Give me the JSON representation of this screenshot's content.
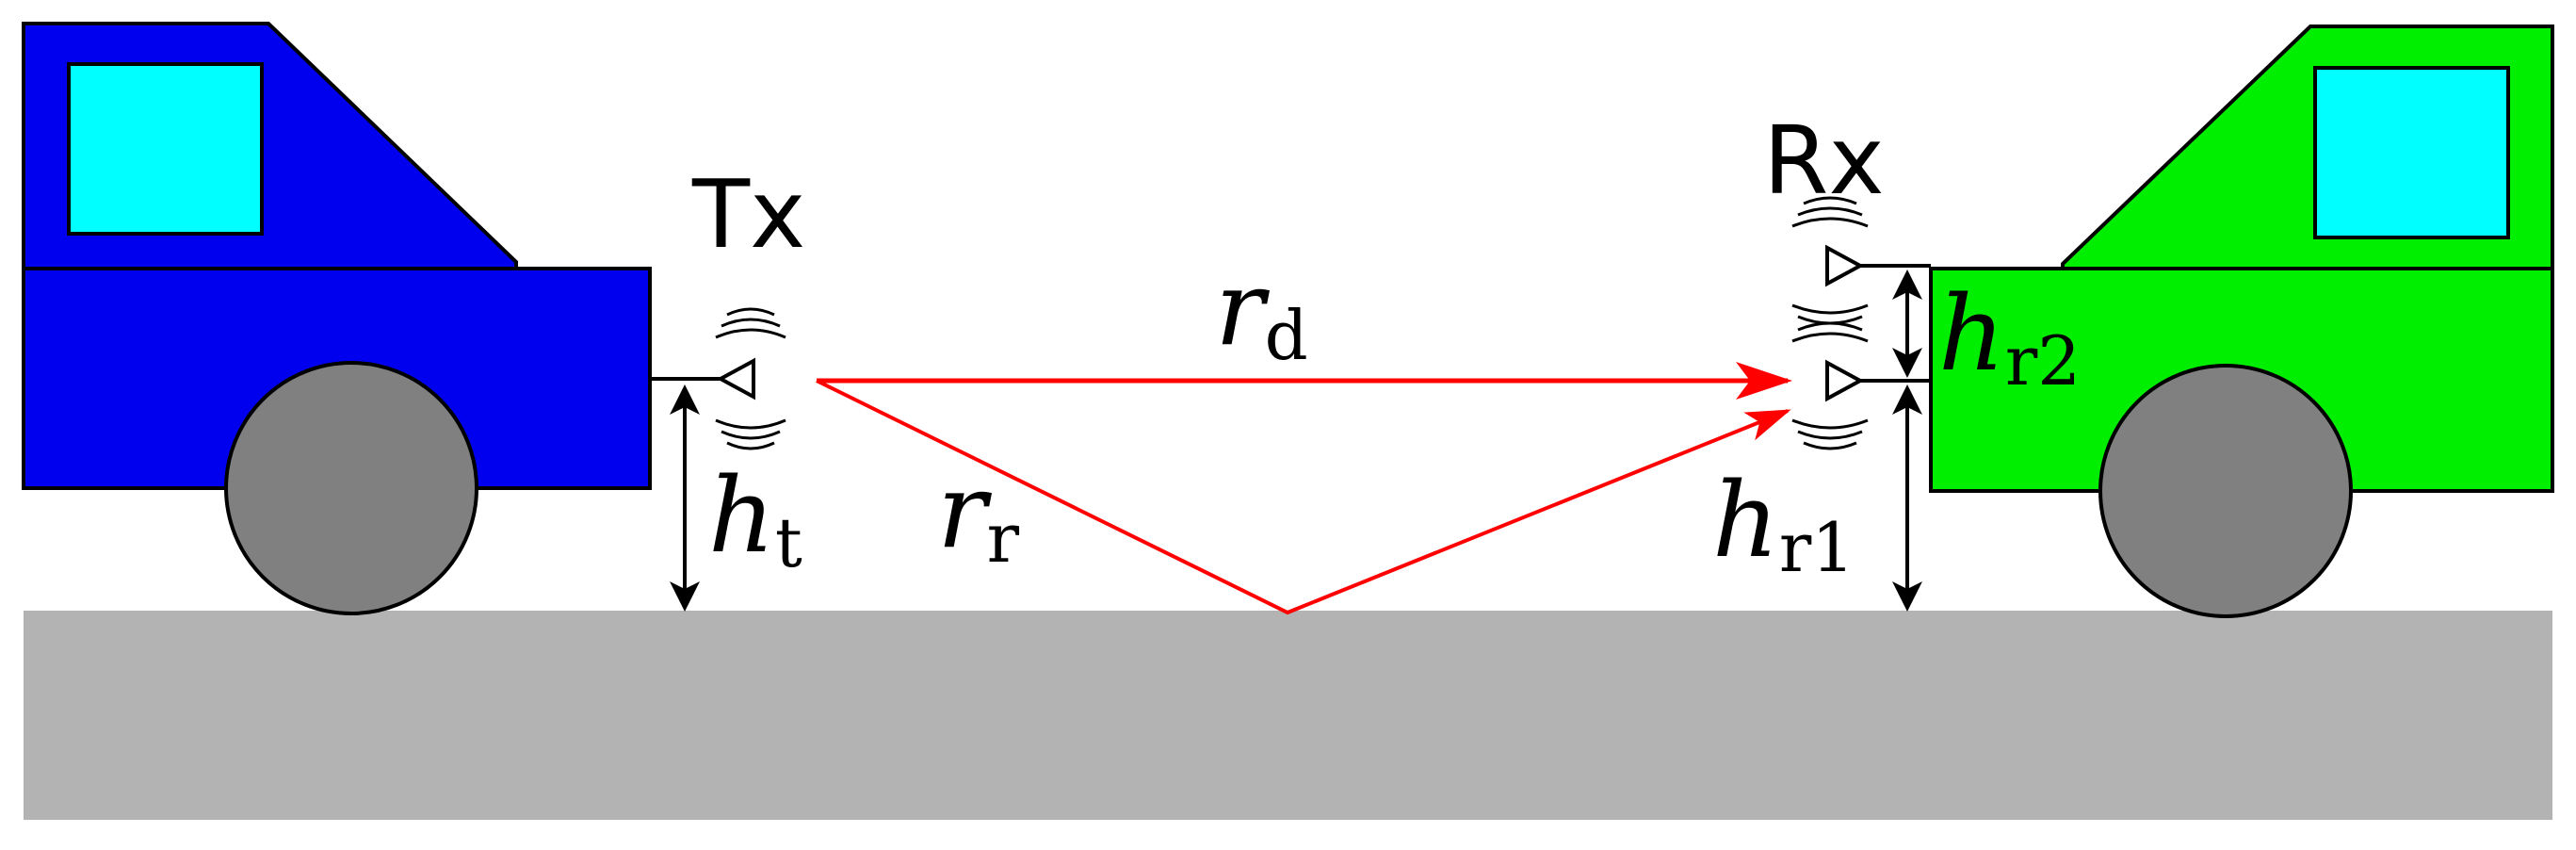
{
  "labels": {
    "transmitter": "Tx",
    "receiver": "Rx",
    "direct_path": {
      "symbol": "r",
      "subscript": "d"
    },
    "reflected_path": {
      "symbol": "r",
      "subscript": "r"
    },
    "tx_height": {
      "symbol": "h",
      "subscript": "t"
    },
    "rx_height_1": {
      "symbol": "h",
      "subscript": "r1"
    },
    "rx_height_2": {
      "symbol": "h",
      "subscript": "r2"
    }
  },
  "colors": {
    "tx_vehicle": "#0000ee",
    "rx_vehicle": "#00ee00",
    "window": "#00ffff",
    "wheel": "#808080",
    "ground": "#b3b3b3",
    "signal_path": "#ff0000",
    "outline": "#000000"
  },
  "icons": {
    "antenna": "triangle-antenna-icon",
    "radiation": "signal-waves-icon"
  }
}
